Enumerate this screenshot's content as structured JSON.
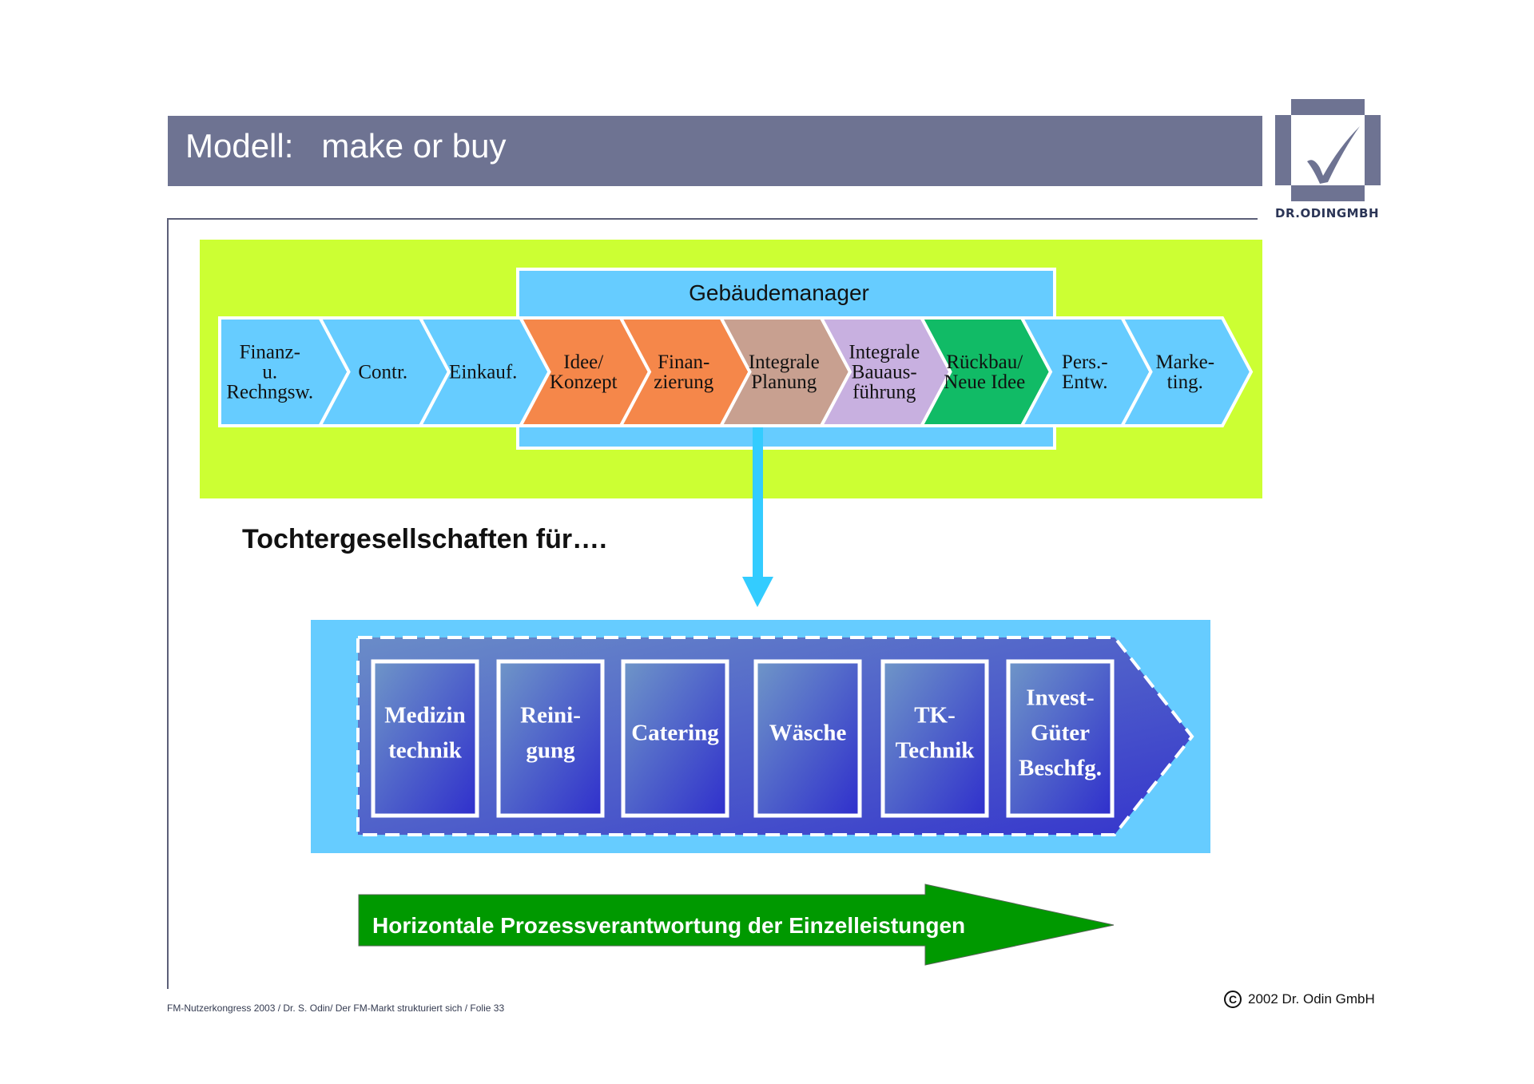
{
  "slide": {
    "title": "Modell:   make or buy",
    "logo": {
      "icon": "checkmark-icon",
      "text": "DR.ODINGMBH"
    },
    "colors": {
      "title_bar": "#6e7392",
      "panel_green": "#ccff33",
      "light_blue": "#66ccff",
      "arrow_blue": "#33ccff",
      "process_arrow_green": "#009900"
    },
    "manager_label": "Gebäudemanager",
    "value_chain": [
      {
        "lines": [
          "Finanz-",
          "u.",
          "Rechngsw."
        ],
        "color": "#66ccff"
      },
      {
        "lines": [
          "Contr."
        ],
        "color": "#66ccff"
      },
      {
        "lines": [
          "Einkauf."
        ],
        "color": "#66ccff"
      },
      {
        "lines": [
          "Idee/",
          "Konzept"
        ],
        "color": "#f5874a"
      },
      {
        "lines": [
          "Finan-",
          "zierung"
        ],
        "color": "#f5874a"
      },
      {
        "lines": [
          "Integrale",
          "Planung"
        ],
        "color": "#c8a090"
      },
      {
        "lines": [
          "Integrale",
          "Bauaus-",
          "führung"
        ],
        "color": "#c8b0e0"
      },
      {
        "lines": [
          "Rückbau/",
          "Neue Idee"
        ],
        "color": "#11bb66"
      },
      {
        "lines": [
          "Pers.-",
          "Entw."
        ],
        "color": "#66ccff"
      },
      {
        "lines": [
          "Marke-",
          "ting."
        ],
        "color": "#66ccff"
      }
    ],
    "subsidiaries_heading": "Tochtergesellschaften für….",
    "subsidiaries": [
      {
        "lines": [
          "Medizin",
          "technik"
        ]
      },
      {
        "lines": [
          "Reini-",
          "gung"
        ]
      },
      {
        "lines": [
          "Catering"
        ]
      },
      {
        "lines": [
          "Wäsche"
        ]
      },
      {
        "lines": [
          "TK-",
          "Technik"
        ]
      },
      {
        "lines": [
          "Invest-",
          "Güter",
          "Beschfg."
        ]
      }
    ],
    "process_arrow_label": "Horizontale Prozessverantwortung der Einzelleistungen",
    "footer_left": "FM-Nutzerkongress 2003 / Dr. S. Odin/ Der FM-Markt strukturiert sich / Folie 33",
    "footer_right": "2002 Dr. Odin GmbH",
    "copyright_symbol": "C"
  }
}
